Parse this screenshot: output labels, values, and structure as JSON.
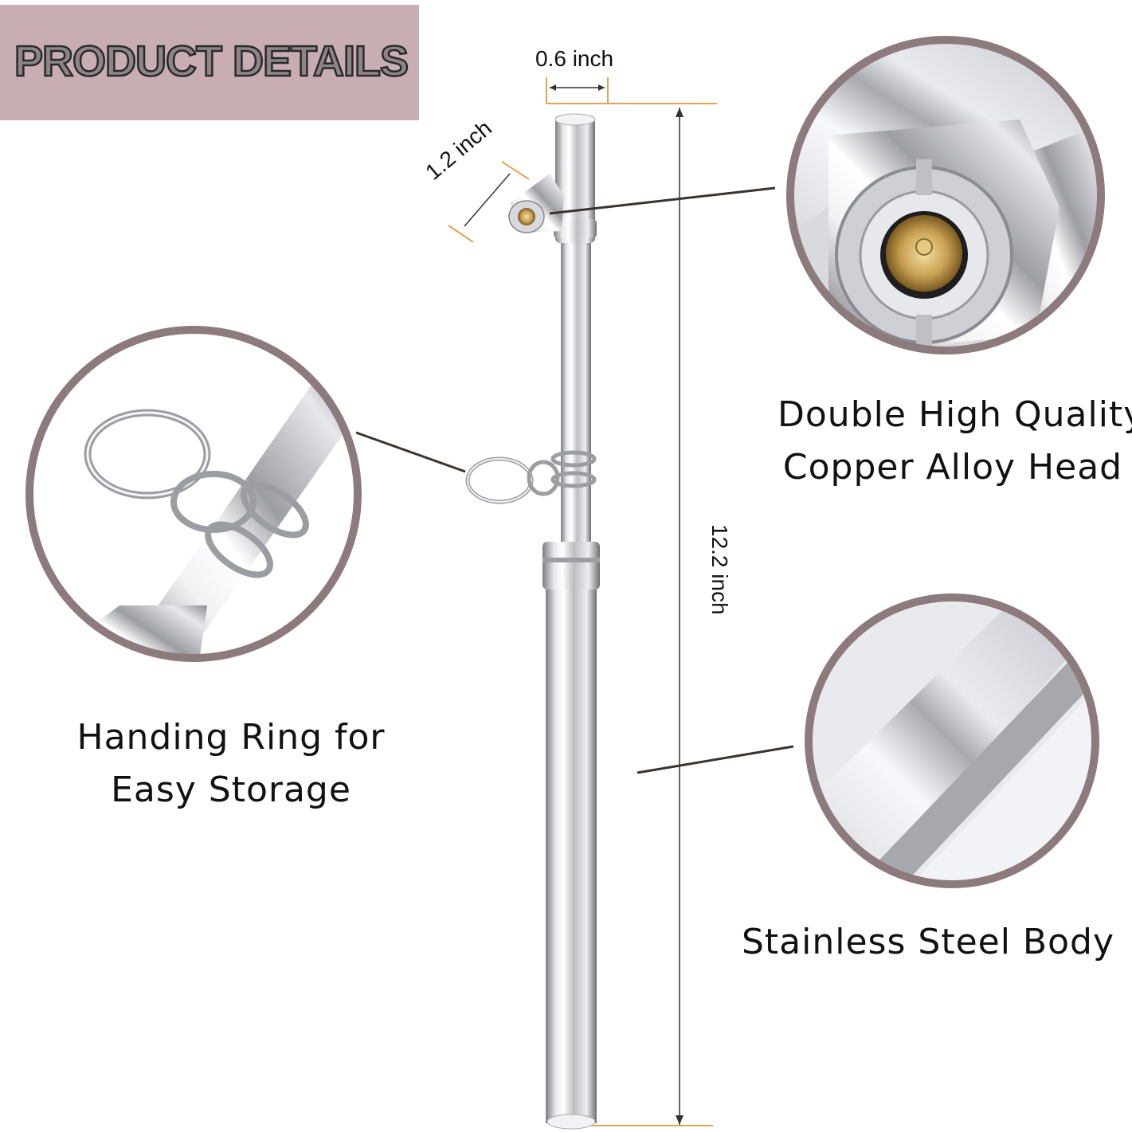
{
  "banner": {
    "title": "PRODUCT DETAILS"
  },
  "dimensions": {
    "width": "0.6 inch",
    "head_length": "1.2 inch",
    "total_length": "12.2 inch"
  },
  "features": {
    "head": {
      "line1": "Double High Quality",
      "line2": "Copper Alloy Head"
    },
    "ring": {
      "line1": "Handing Ring for",
      "line2": "Easy Storage"
    },
    "body": {
      "line1": "Stainless Steel Body"
    }
  },
  "colors": {
    "banner_bg": "#c8aeb2",
    "circle_border": "#8c7a7c",
    "dimension_line": "#e2a35a",
    "steel_light": "#f4f4f6",
    "steel_dark": "#8a8a90",
    "brass": "#c8a052"
  }
}
